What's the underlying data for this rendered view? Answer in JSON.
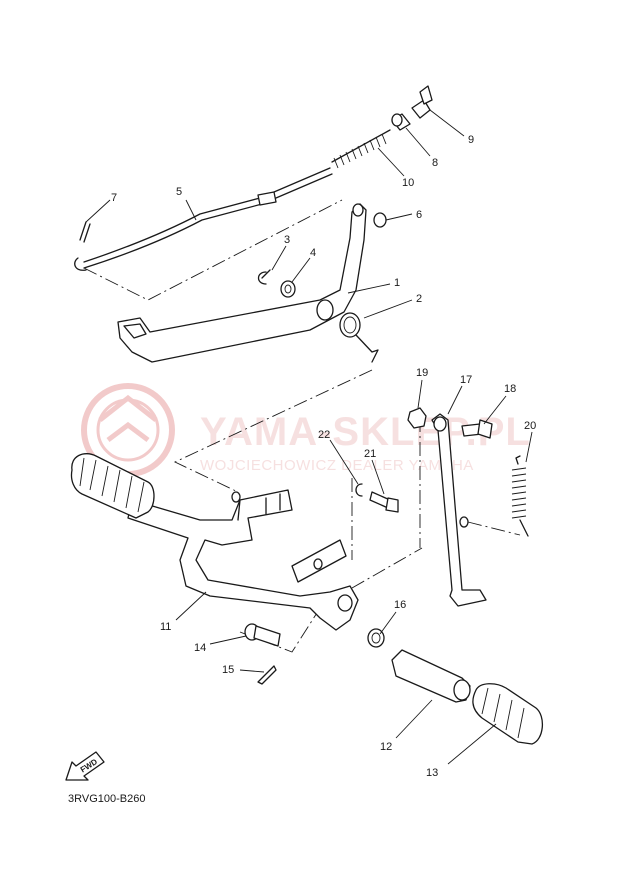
{
  "watermark": {
    "brand": "YAMA-SKLEP.PL",
    "dealer": "WOJCIECHOWICZ DEALER YAMAHA",
    "logo_color": "#e8a0a0",
    "text_color": "#f0c8c8"
  },
  "diagram_code": "3RVG100-B260",
  "fwd_label": "FWD",
  "callouts": [
    "1",
    "2",
    "3",
    "4",
    "5",
    "6",
    "7",
    "8",
    "9",
    "10",
    "11",
    "12",
    "13",
    "14",
    "15",
    "16",
    "17",
    "18",
    "19",
    "20",
    "21",
    "22"
  ],
  "line_color": "#1a1a1a"
}
